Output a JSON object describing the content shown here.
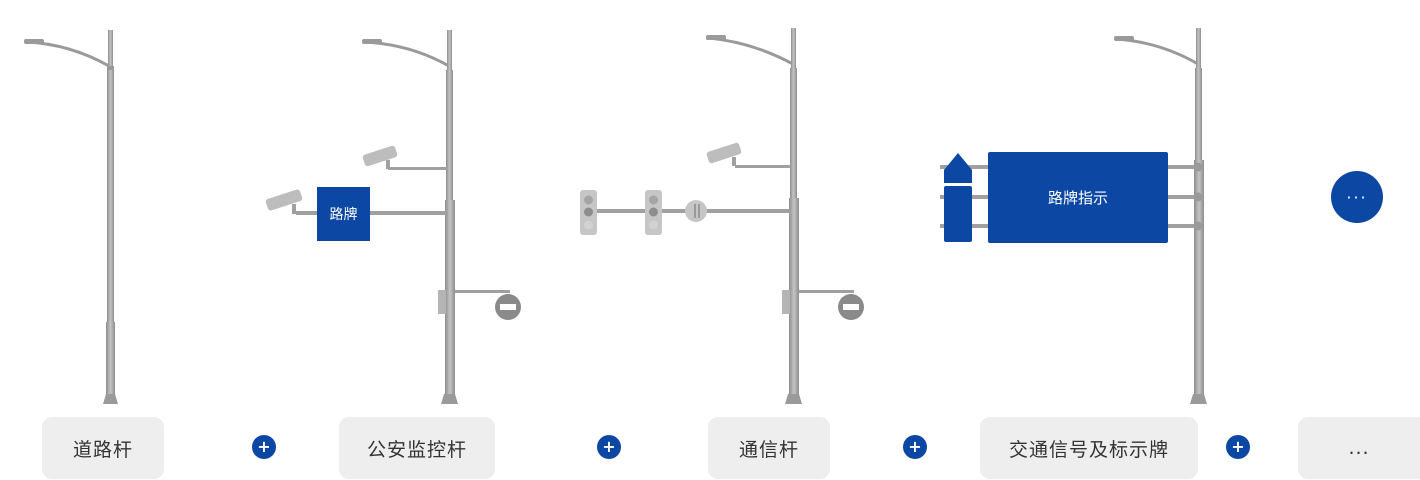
{
  "labels": {
    "road_pole": "道路杆",
    "security_pole": "公安监控杆",
    "comm_pole": "通信杆",
    "traffic_pole": "交通信号及标示牌",
    "more": "..."
  },
  "signs": {
    "road_sign": "路牌",
    "guide_sign": "路牌指示"
  },
  "connectors": [
    "+",
    "+",
    "+",
    "+"
  ],
  "more_button": "···",
  "colors": {
    "accent": "#0b47a3",
    "pole": "#a9a9a9",
    "label_bg": "#eeeeee"
  }
}
